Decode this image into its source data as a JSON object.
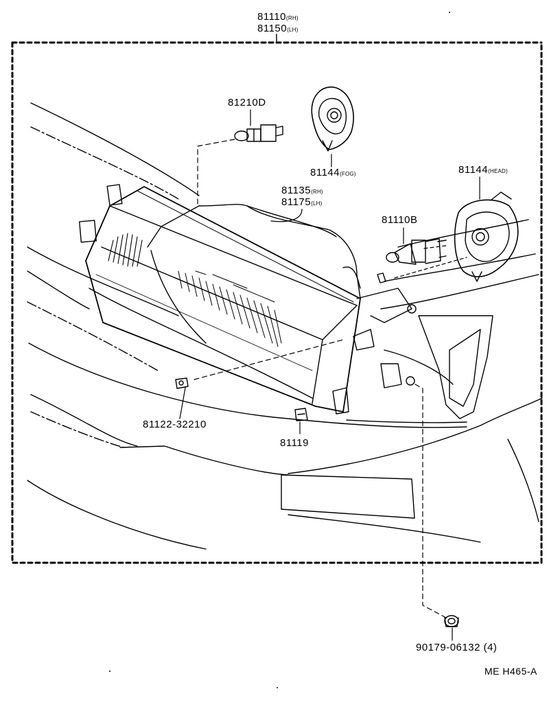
{
  "assembly": {
    "part_rh": "81110",
    "suffix_rh": "(RH)",
    "part_lh": "81150",
    "suffix_lh": "(LH)"
  },
  "parts": {
    "side_bulb": {
      "number": "81210D"
    },
    "fog_socket": {
      "number": "81144",
      "suffix": "(FOG)"
    },
    "head_socket": {
      "number": "81144",
      "suffix": "(HEAD)"
    },
    "unit_rh": {
      "number": "81135",
      "suffix": "(RH)"
    },
    "unit_lh": {
      "number": "81175",
      "suffix": "(LH)"
    },
    "head_bulb": {
      "number": "81110B"
    },
    "screw": {
      "number": "81122-32210"
    },
    "clip": {
      "number": "81119"
    },
    "nut": {
      "number": "90179-06132",
      "qty": "(4)"
    }
  },
  "figure_code": "ME H465-A"
}
